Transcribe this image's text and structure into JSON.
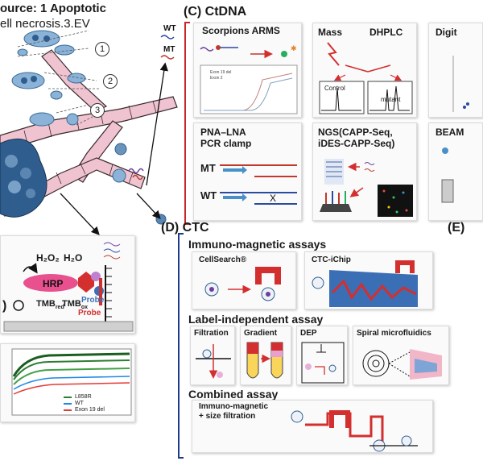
{
  "source": {
    "text": "ource: 1 Apoptotic",
    "line2": "ell necrosis.3.EV"
  },
  "markers": {
    "m1": "1",
    "m2": "2",
    "m3": "3"
  },
  "panel_c": {
    "label": "(C) CtDNA",
    "wt": "WT",
    "mt": "MT",
    "scorpions": {
      "title": "Scorpions ARMS",
      "legend1": "Exon 19 del",
      "legend2": "Exon 2"
    },
    "mass_dhplc": {
      "mass": "Mass",
      "dhplc": "DHPLC",
      "control": "Control",
      "mutant": "mutant"
    },
    "digit": "Digit",
    "pna": {
      "title1": "PNA–LNA",
      "title2": "PCR clamp",
      "mt": "MT",
      "wt": "WT"
    },
    "ngs": {
      "title1": "NGS(CAPP-Seq,",
      "title2": "iDES-CAPP-Seq)"
    },
    "beam": "BEAM"
  },
  "panel_d": {
    "label": "(D) CTC",
    "immuno": {
      "title": "Immuno-magnetic assays",
      "cellsearch": "CellSearch®",
      "ctc_ichip": "CTC-iChip"
    },
    "label_independent": {
      "title": "Label-independent assay",
      "filtration": "Filtration",
      "gradient": "Gradient",
      "dep": "DEP",
      "spiral": "Spiral microfluidics"
    },
    "combined": {
      "title": "Combined assay",
      "sub1": "Immuno-magnetic",
      "sub2": "+ size filtration"
    }
  },
  "panel_e": {
    "label": "(E)"
  },
  "hrp_panel": {
    "h2o2": "H₂O₂",
    "h2o": "H₂O",
    "hrp": "HRP",
    "tmb_red": "TMB",
    "tmb_red_sub": "red",
    "tmb_ox": "TMB",
    "tmb_ox_sub": "ox",
    "probe1": "Probe",
    "probe2": "Probe",
    "paren": ")"
  },
  "curve_panel": {
    "legend": [
      "L858R",
      "WT",
      "Exon 19 del"
    ]
  },
  "colors": {
    "bracket_red": "#c62828",
    "bracket_blue": "#1e3a8a",
    "vessel": "#e8b7c4",
    "hrp_pink": "#e8508e"
  }
}
